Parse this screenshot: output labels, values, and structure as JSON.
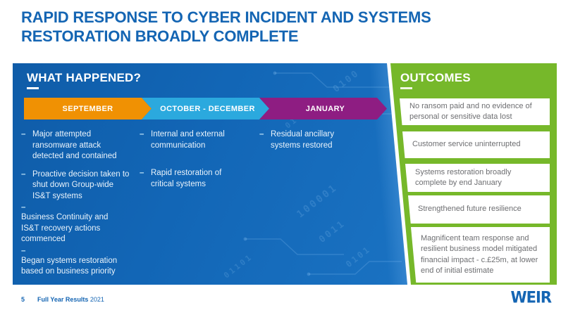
{
  "title": "RAPID RESPONSE TO CYBER INCIDENT AND SYSTEMS\nRESTORATION BROADLY COMPLETE",
  "colors": {
    "title_blue": "#1465B3",
    "panel_blue": "#1266B6",
    "panel_green": "#76B82A",
    "phase_orange": "#F09103",
    "phase_cyan": "#2BA9DE",
    "phase_purple": "#8E1D82",
    "outcome_text_gray": "#6D6E71"
  },
  "what_happened": {
    "heading": "WHAT HAPPENED?",
    "bullet_marker": "–",
    "phases": [
      {
        "label": "SEPTEMBER",
        "color": "#F09103",
        "bullets": [
          {
            "text": "Major attempted\nransomware attack\ndetected and contained",
            "dash_above": false
          },
          {
            "text": "Proactive decision taken to\nshut down Group-wide\nIS&T systems",
            "dash_above": false
          },
          {
            "text": "Business Continuity and\nIS&T recovery actions\ncommenced",
            "dash_above": true
          },
          {
            "text": "Began systems restoration\nbased on business priority",
            "dash_above": true
          }
        ]
      },
      {
        "label": "OCTOBER - DECEMBER",
        "color": "#2BA9DE",
        "bullets": [
          {
            "text": "Internal and external\ncommunication",
            "dash_above": false
          },
          {
            "text": "Rapid restoration of\ncritical systems",
            "dash_above": false
          }
        ]
      },
      {
        "label": "JANUARY",
        "color": "#8E1D82",
        "bullets": [
          {
            "text": "Residual ancillary\nsystems restored",
            "dash_above": false
          }
        ]
      }
    ]
  },
  "outcomes": {
    "heading": "OUTCOMES",
    "items": [
      "No ransom paid and no evidence of\npersonal or sensitive data lost",
      "Customer service uninterrupted",
      "Systems restoration broadly\ncomplete by end January",
      "Strengthened future resilience",
      "Magnificent team response and\nresilient business model mitigated\nfinancial impact - c.£25m, at lower\nend of initial estimate"
    ]
  },
  "decor": {
    "binary": [
      "0100",
      "01",
      "100001",
      "0011",
      "0101",
      "01101"
    ]
  },
  "footer": {
    "page_number": "5",
    "label_bold": "Full Year Results",
    "label_year": "2021",
    "logo_text": "WEIR"
  }
}
